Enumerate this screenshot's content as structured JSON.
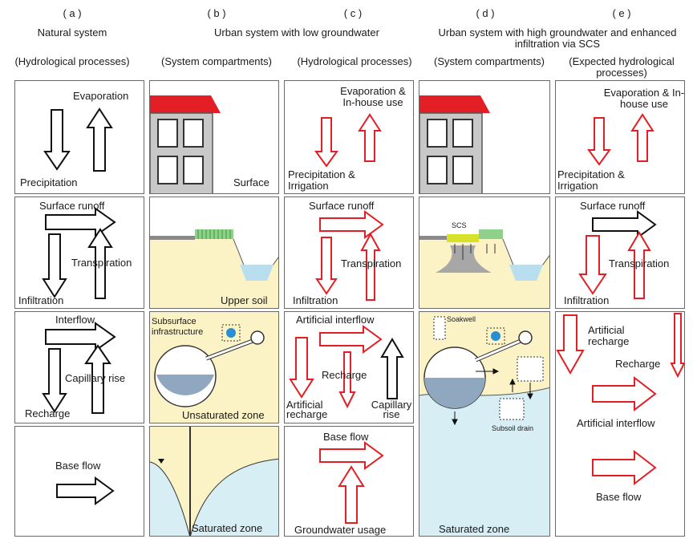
{
  "columns": [
    {
      "letter": "( a )",
      "title": "Natural system",
      "subtitle": "(Hydrological processes)"
    },
    {
      "letter": "( b )",
      "title": "Urban system with low groundwater",
      "subtitle": "(System compartments)"
    },
    {
      "letter": "( c )",
      "title": "",
      "subtitle": "(Hydrological processes)"
    },
    {
      "letter": "( d )",
      "title": "Urban system with high groundwater and enhanced infiltration via SCS",
      "subtitle": "(System compartments)"
    },
    {
      "letter": "( e )",
      "title": "",
      "subtitle": "(Expected hydrological processes)"
    }
  ],
  "panels": {
    "a1": {
      "up": "Evaporation",
      "down": "Precipitation"
    },
    "a2": {
      "top": "Surface runoff",
      "mid": "Transpiration",
      "bottom": "Infiltration"
    },
    "a3": {
      "top": "Interflow",
      "mid": "Capillary rise",
      "bottom": "Recharge"
    },
    "a4": {
      "label": "Base flow"
    },
    "b1": {
      "label": "Surface"
    },
    "b2": {
      "label": "Upper soil"
    },
    "b3": {
      "infra": "Subsurface infrastructure",
      "label": "Unsaturated zone"
    },
    "b4": {
      "label": "Saturated zone"
    },
    "c1": {
      "up": "Evaporation & In-house use",
      "down": "Precipitation & Irrigation"
    },
    "c2": {
      "top": "Surface runoff",
      "mid": "Transpiration",
      "bottom": "Infiltration"
    },
    "c3": {
      "top": "Artificial interflow",
      "mid": "Recharge",
      "left": "Artificial recharge",
      "right": "Capillary rise"
    },
    "c4": {
      "top": "Base flow",
      "bottom": "Groundwater usage"
    },
    "d2": {
      "scs": "SCS"
    },
    "d3": {
      "soakwell": "Soakwell",
      "drain": "Subsoil drain",
      "label": "Saturated zone"
    },
    "e1": {
      "up": "Evaporation & In-house use",
      "down": "Precipitation & Irrigation"
    },
    "e2": {
      "top": "Surface runoff",
      "mid": "Transpiration",
      "bottom": "Infiltration"
    },
    "e3": {
      "left": "Artificial recharge",
      "mid": "Recharge",
      "bottom": "Artificial interflow",
      "base": "Base flow"
    }
  },
  "colors": {
    "red": "#e31e24",
    "black": "#111111",
    "soil": "#fbf3c6",
    "water": "#d7eef5",
    "roof": "#e31e24"
  }
}
